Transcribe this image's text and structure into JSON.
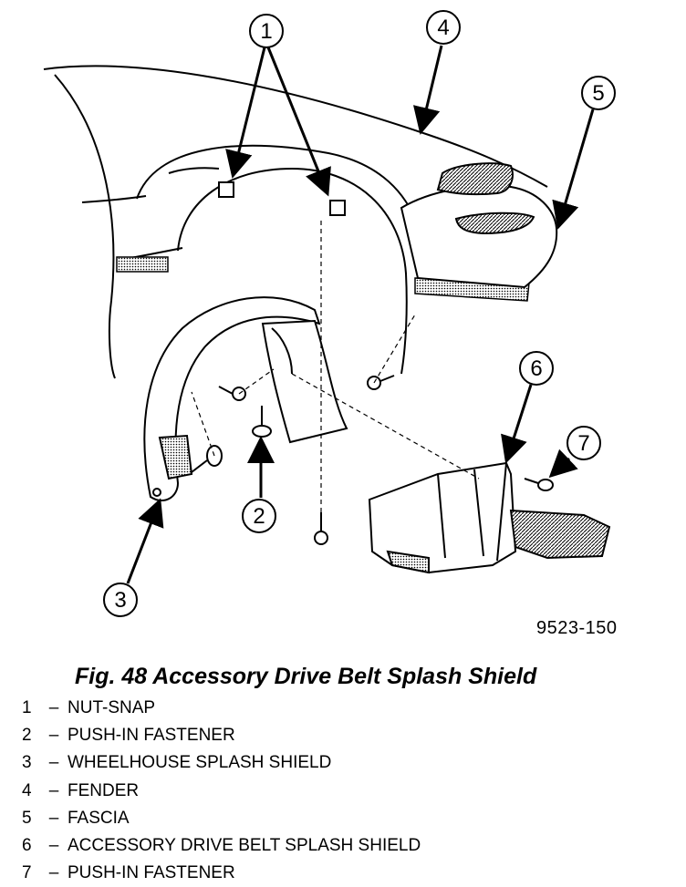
{
  "diagram": {
    "callouts": [
      {
        "id": "1",
        "label": "1"
      },
      {
        "id": "2",
        "label": "2"
      },
      {
        "id": "3",
        "label": "3"
      },
      {
        "id": "4",
        "label": "4"
      },
      {
        "id": "5",
        "label": "5"
      },
      {
        "id": "6",
        "label": "6"
      },
      {
        "id": "7",
        "label": "7"
      }
    ],
    "figure_id": "9523-150"
  },
  "caption": "Fig. 48 Accessory Drive Belt Splash Shield",
  "legend": [
    {
      "num": "1",
      "dash": "–",
      "text": "NUT-SNAP"
    },
    {
      "num": "2",
      "dash": "–",
      "text": "PUSH-IN FASTENER"
    },
    {
      "num": "3",
      "dash": "–",
      "text": "WHEELHOUSE SPLASH SHIELD"
    },
    {
      "num": "4",
      "dash": "–",
      "text": "FENDER"
    },
    {
      "num": "5",
      "dash": "–",
      "text": "FASCIA"
    },
    {
      "num": "6",
      "dash": "–",
      "text": "ACCESSORY DRIVE BELT SPLASH SHIELD"
    },
    {
      "num": "7",
      "dash": "–",
      "text": "PUSH-IN FASTENER"
    }
  ]
}
